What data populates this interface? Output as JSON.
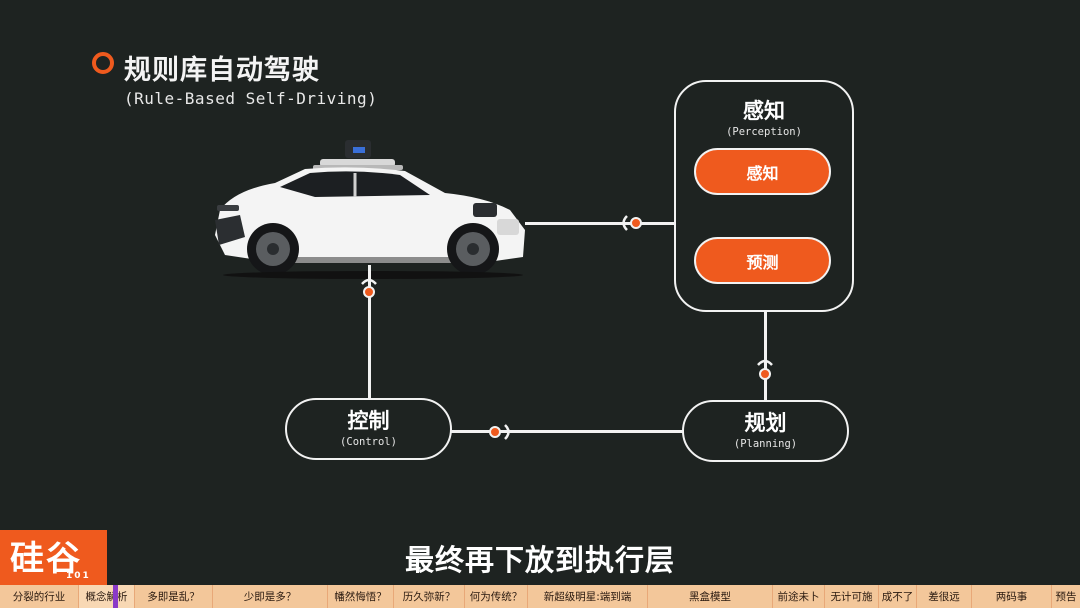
{
  "title": "规则库自动驾驶",
  "subtitle": "(Rule-Based Self-Driving)",
  "nodes": {
    "perception": {
      "zh": "感知",
      "en": "(Perception)"
    },
    "perception_sub1": "感知",
    "perception_sub2": "预测",
    "planning": {
      "zh": "规划",
      "en": "(Planning)"
    },
    "control": {
      "zh": "控制",
      "en": "(Control)"
    }
  },
  "caption": "最终再下放到执行层",
  "logo": "硅谷101",
  "chapters": [
    "分裂的行业",
    "概念解析",
    "多即是乱？",
    "少即是多？",
    "幡然悔悟？",
    "历久弥新？",
    "何为传统？",
    "新超级明星:端到端",
    "黑盒模型",
    "前途未卜",
    "无计可施",
    "成不了",
    "差很远",
    "两码事",
    "预告"
  ],
  "colors": {
    "accent": "#ef5a1e",
    "background": "#1e2321",
    "line": "#f2f2f2"
  }
}
